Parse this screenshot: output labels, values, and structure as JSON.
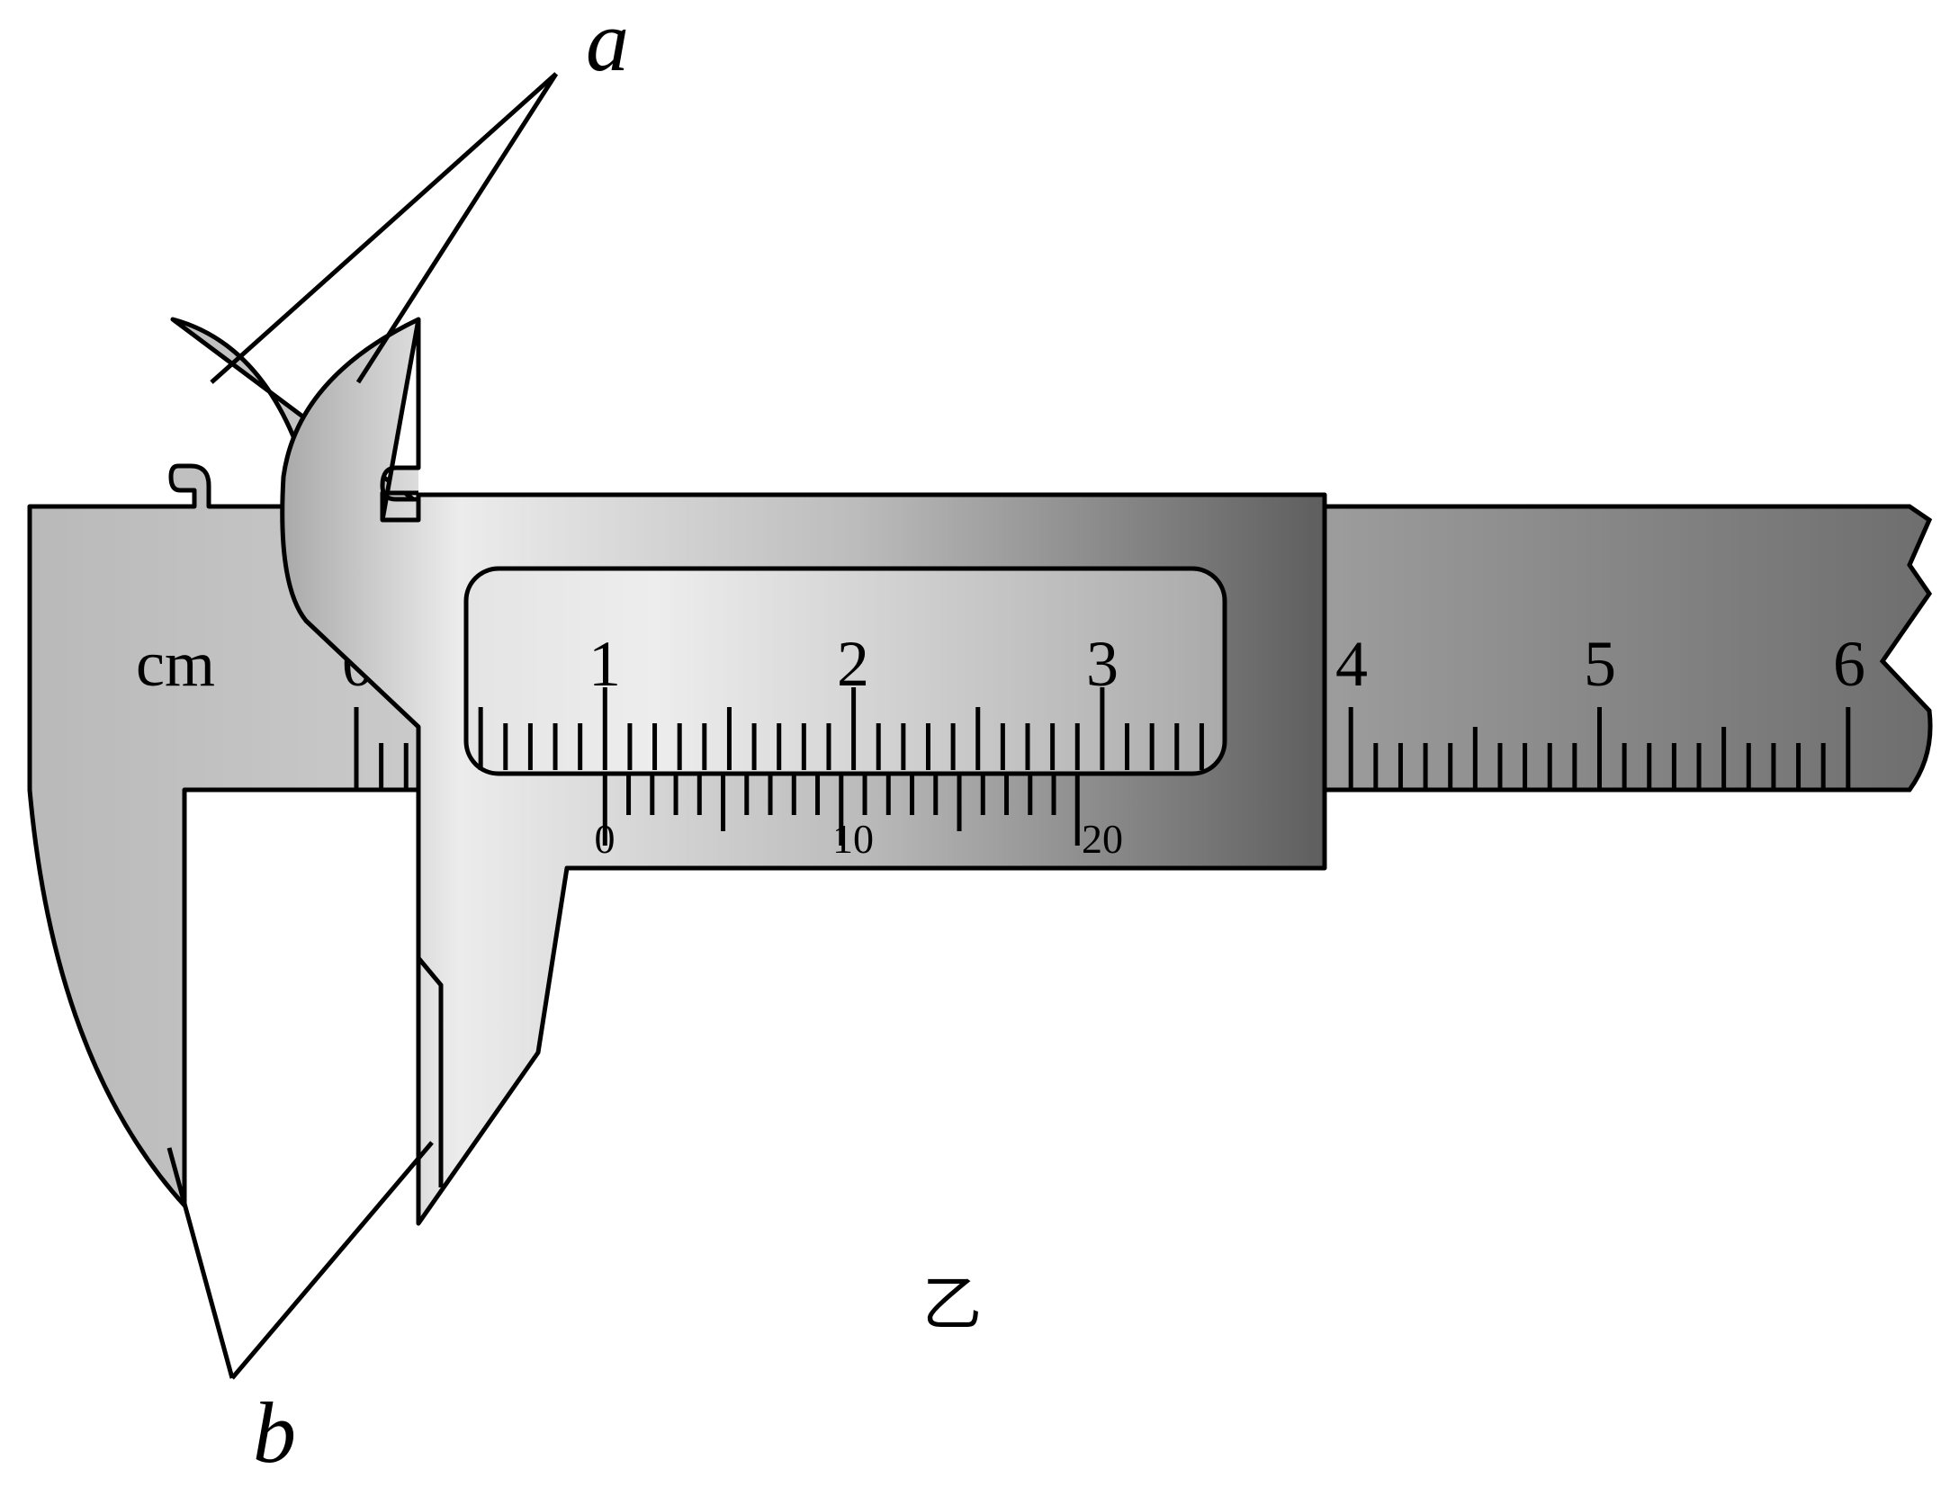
{
  "diagram": {
    "unit_label": "cm",
    "main_scale": {
      "labels": [
        "0",
        "1",
        "2",
        "3",
        "4",
        "5",
        "6"
      ],
      "visible_from_mm": 0,
      "visible_to_mm": 60
    },
    "vernier_scale": {
      "labels": [
        "0",
        "10",
        "20"
      ],
      "divisions": 20,
      "zero_at_mm": 10
    },
    "callouts": {
      "upper_jaws": "a",
      "lower_jaws": "b"
    },
    "caption": "乙",
    "colors": {
      "outline": "#000000",
      "metal_light": "#ececec",
      "metal_mid": "#c4c4c4",
      "metal_dark": "#707070"
    }
  }
}
